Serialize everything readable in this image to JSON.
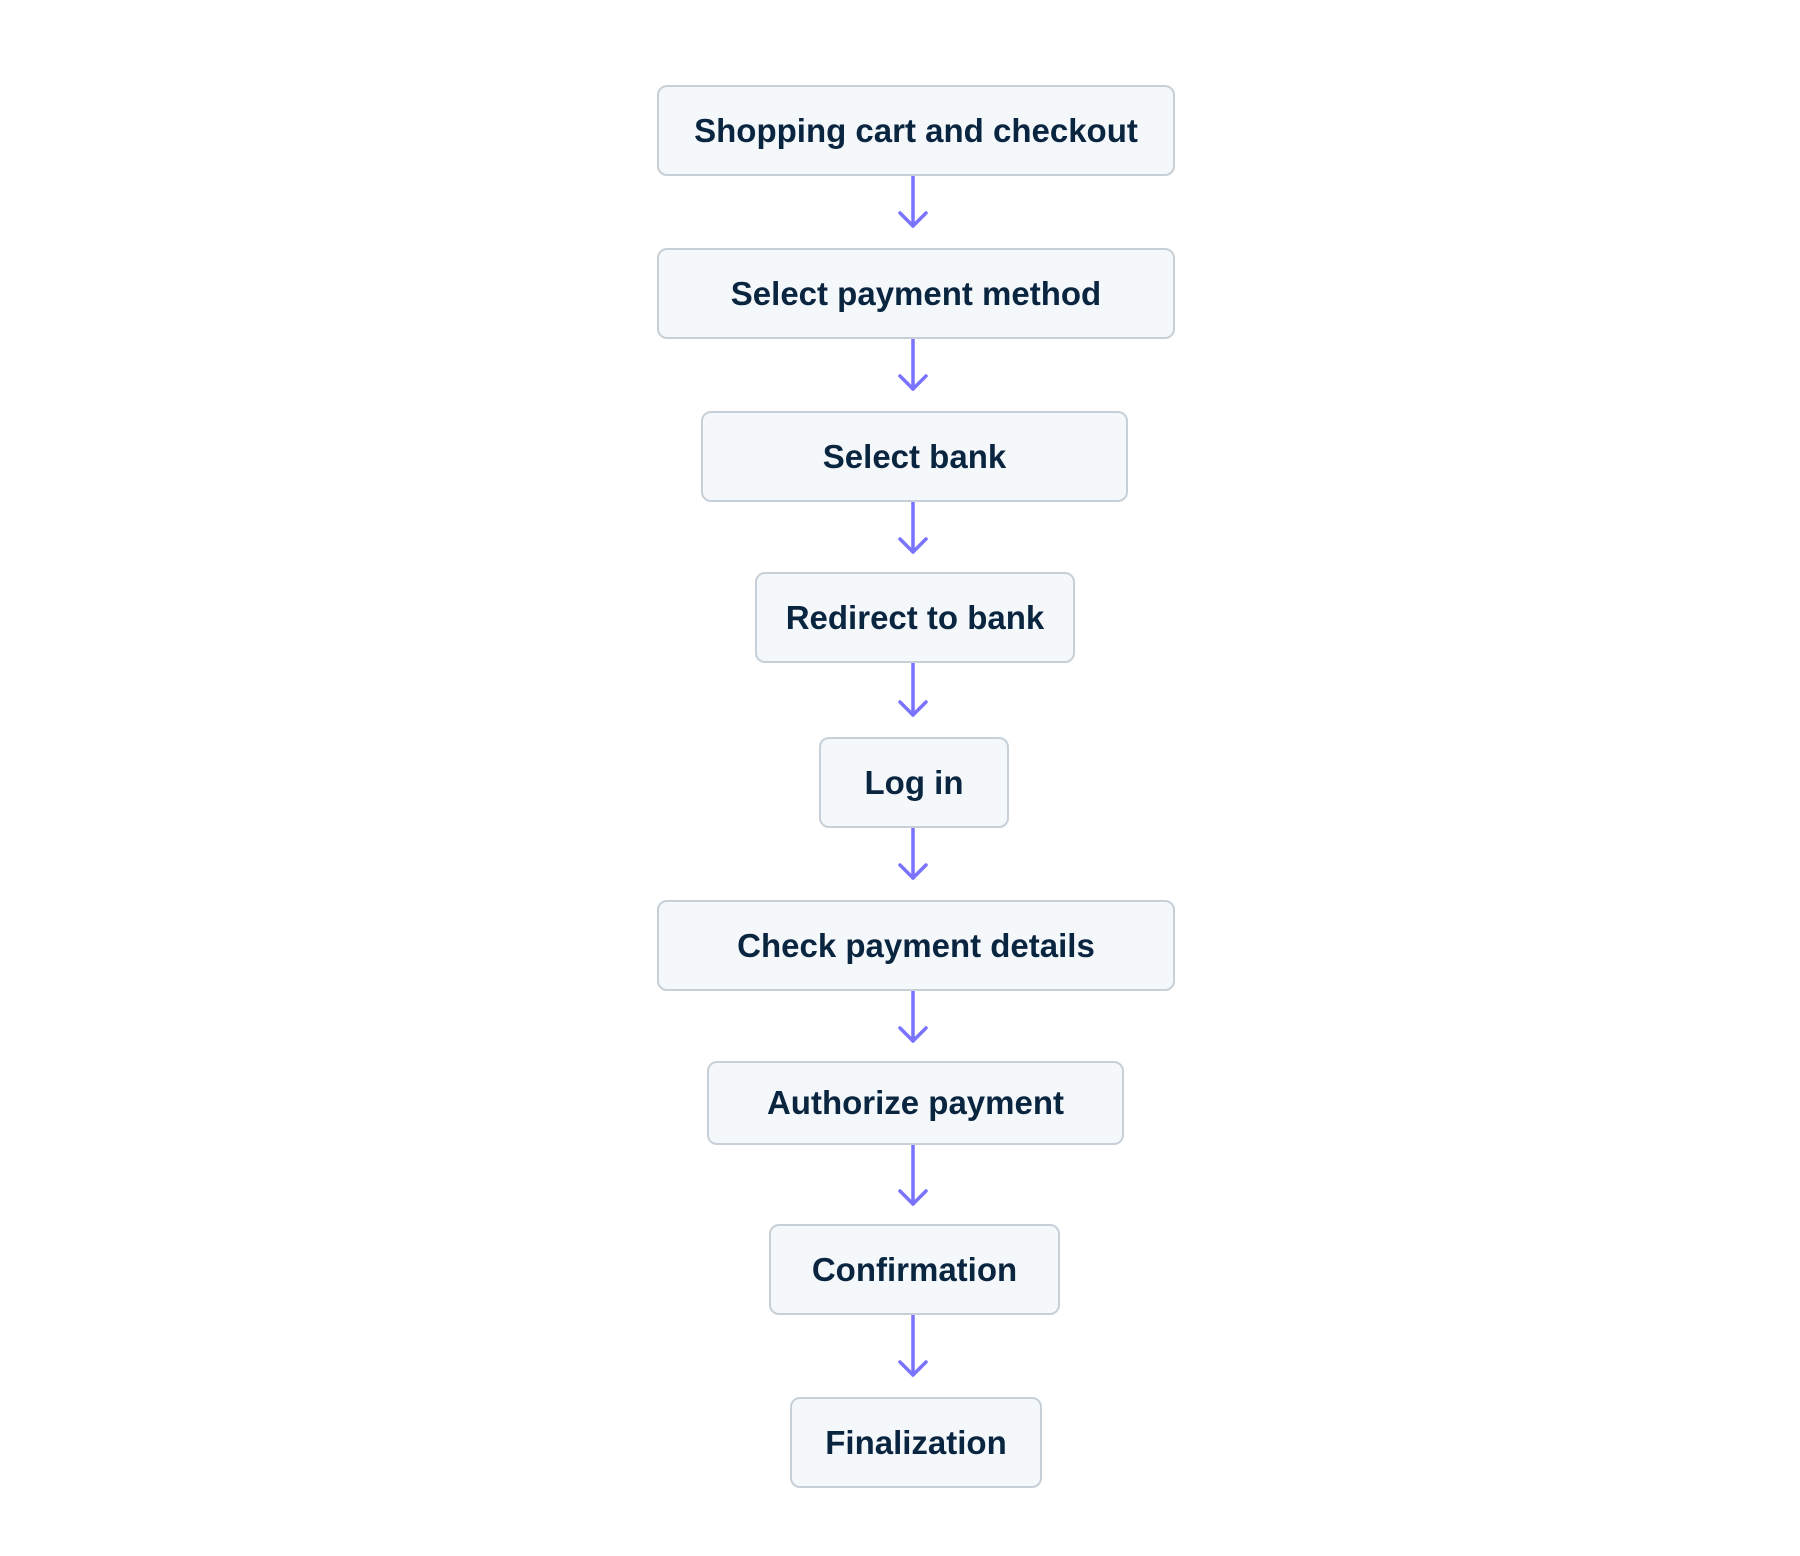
{
  "diagram": {
    "accent_color": "#7a73ff",
    "box_fill": "#f5f8fa",
    "box_border": "#c7d0d8",
    "text_color": "#0a2540",
    "steps": [
      {
        "label": "Shopping cart and checkout"
      },
      {
        "label": "Select payment method"
      },
      {
        "label": "Select bank"
      },
      {
        "label": "Redirect to bank"
      },
      {
        "label": "Log in"
      },
      {
        "label": "Check payment details"
      },
      {
        "label": "Authorize payment"
      },
      {
        "label": "Confirmation"
      },
      {
        "label": "Finalization"
      }
    ]
  }
}
